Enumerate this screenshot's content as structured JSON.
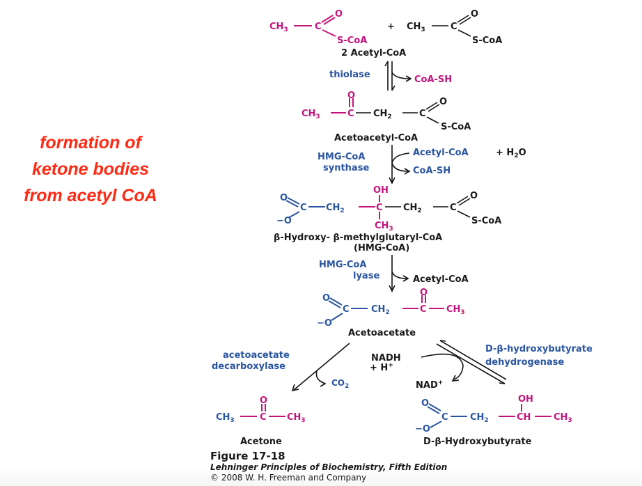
{
  "slide_title": {
    "lines": [
      "formation of",
      "ketone bodies",
      "from acetyl CoA"
    ],
    "color": "#ff2a14"
  },
  "colors": {
    "magenta": "#c4147c",
    "blue": "#2a55a0",
    "black": "#1a1a1a"
  },
  "atoms": {
    "ch3": "CH",
    "c": "C",
    "o": "O",
    "oh": "OH",
    "ch2": "CH",
    "ch": "CH",
    "sub3": "3",
    "sub2": "2",
    "scoa": "S-CoA",
    "ominus": "−O",
    "plus": "+"
  },
  "compounds": {
    "acetyl_coa": "2 Acetyl-CoA",
    "acetoacetyl_coa": "Acetoacetyl-CoA",
    "hmg_coa_full": "β-Hydroxy- β-methylglutaryl-CoA",
    "hmg_coa_abbr": "(HMG-CoA)",
    "acetoacetate": "Acetoacetate",
    "acetone": "Acetone",
    "hydroxybutyrate": "D-β-Hydroxybutyrate"
  },
  "enzymes": {
    "thiolase": "thiolase",
    "hmg_synthase_1": "HMG-CoA",
    "hmg_synthase_2": "synthase",
    "hmg_lyase_1": "HMG-CoA",
    "hmg_lyase_2": "lyase",
    "decarboxylase_1": "acetoacetate",
    "decarboxylase_2": "decarboxylase",
    "dehydrogenase_1": "D-β-hydroxybutyrate",
    "dehydrogenase_2": "dehydrogenase"
  },
  "cofactors": {
    "coash_1": "CoA-SH",
    "acetylcoa_in": "Acetyl-CoA",
    "h2o": "+ H",
    "h2o_o": "O",
    "coash_2": "CoA-SH",
    "acetylcoa_out": "Acetyl-CoA",
    "co2": "CO",
    "nadh": "NADH",
    "hplus": "+ H",
    "plus_sup": "+",
    "nad": "NAD"
  },
  "caption": {
    "figure": "Figure 17-18",
    "book": "Lehninger Principles of Biochemistry, Fifth Edition",
    "copyright": "© 2008 W. H. Freeman and Company"
  }
}
